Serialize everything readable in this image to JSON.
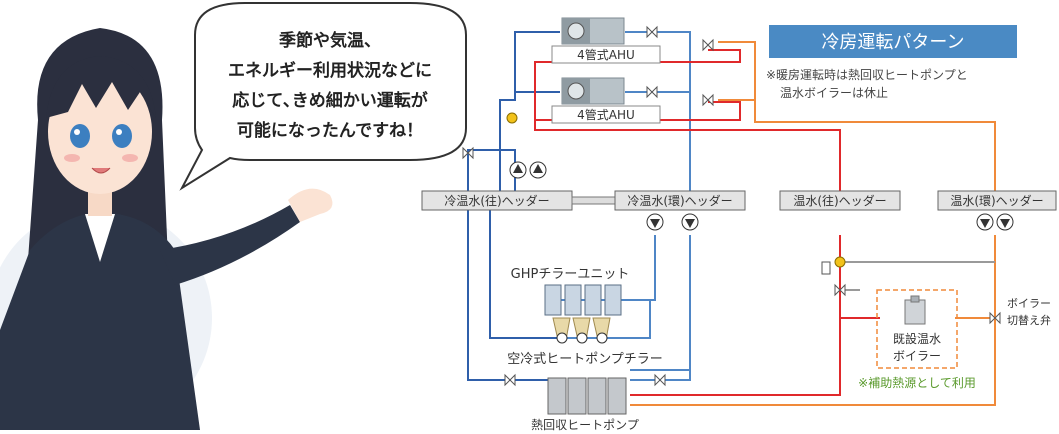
{
  "speech_bubble": {
    "lines": [
      "季節や気温、",
      "エネルギー利用状況などに",
      "応じて､きめ細かい運転が",
      "可能になったんですね！"
    ]
  },
  "diagram": {
    "title": "冷房運転パターン",
    "note_lines": [
      "※暖房運転時は熱回収ヒートポンプと",
      "温水ボイラーは休止"
    ],
    "ahu_units": [
      "4管式AHU",
      "4管式AHU"
    ],
    "headers": {
      "chw_supply": "冷温水(往)ヘッダー",
      "chw_return": "冷温水(環)ヘッダー",
      "hw_supply": "温水(往)ヘッダー",
      "hw_return": "温水(環)ヘッダー"
    },
    "gh_chiller": "GHPチラーユニット",
    "air_chiller": "空冷式ヒートポンプチラー",
    "heat_recovery": "熱回収ヒートポンプ",
    "boiler_lines": [
      "既設温水",
      "ボイラー"
    ],
    "aux_note": "※補助熱源として利用",
    "valve_lines": [
      "ボイラー",
      "切替え弁"
    ]
  },
  "colors": {
    "title_bg": "#4a8ac4",
    "cold_pipe": "#2f5faa",
    "cold_pipe_light": "#5b8fd0",
    "hot_pipe": "#e0292b",
    "warm_pipe": "#f08a3a",
    "aux_green": "#5a9a2c",
    "header_fill": "#e4e4e4"
  }
}
